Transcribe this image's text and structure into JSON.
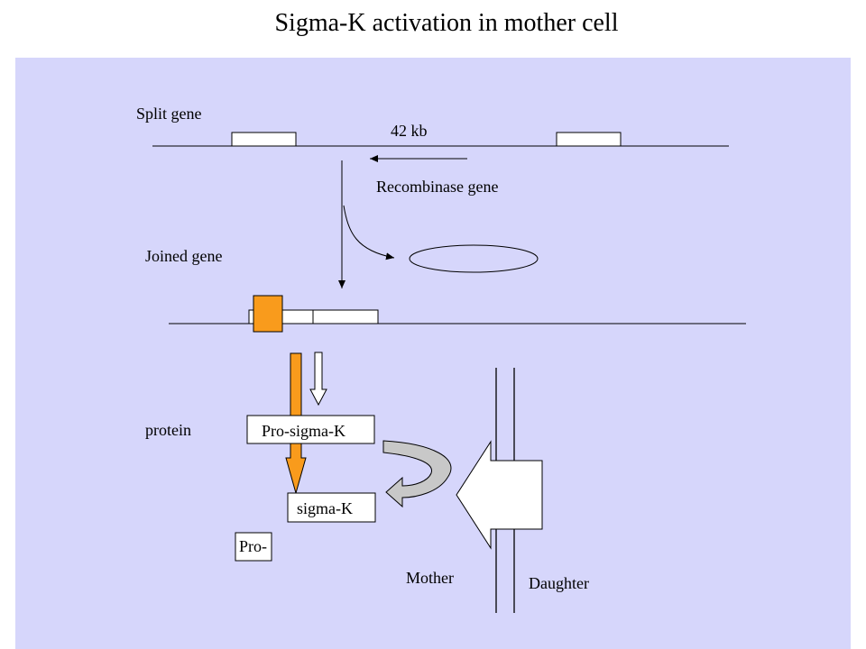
{
  "title": "Sigma-K activation in mother cell",
  "labels": {
    "split_gene": "Split gene",
    "distance": "42 kb",
    "recombinase_gene": "Recombinase gene",
    "joined_gene": "Joined gene",
    "protein": "protein",
    "pro_sigma_k": "Pro-sigma-K",
    "sigma_k": "sigma-K",
    "pro": "Pro-",
    "mother": "Mother",
    "daughter": "Daughter"
  },
  "colors": {
    "background": "#d6d6fb",
    "pro_region": "#f99b1c",
    "signal_arrow": "#c8c8c8",
    "box_fill": "#ffffff"
  }
}
